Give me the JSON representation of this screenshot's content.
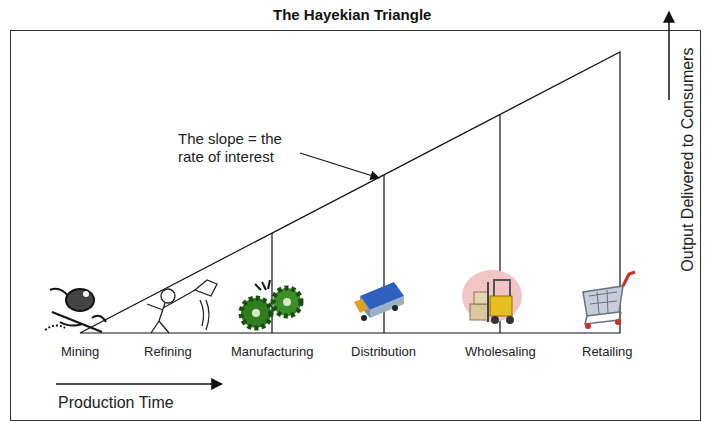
{
  "diagram": {
    "title": "The Hayekian Triangle",
    "labels": [
      "The slope = the rate of interest",
      "Mining",
      "Refining",
      "Manufacturing",
      "Distribution",
      "Wholesaling",
      "Retailing",
      "Production Time",
      "Output Delivered to Consumers"
    ]
  }
}
